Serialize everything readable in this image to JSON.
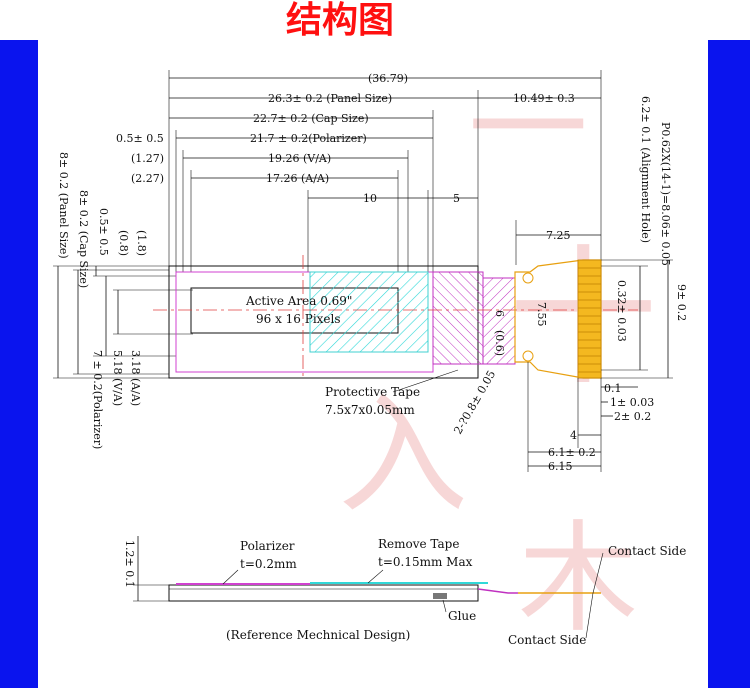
{
  "page": {
    "title": "结构图"
  },
  "colors": {
    "frame": "#0a14ee",
    "title": "#ff1010",
    "panel_outline": "#d040d0",
    "cap_outline": "#40d0d0",
    "fpc": "#e8a010",
    "hatch_cyan": "#30d8d8",
    "hatch_magenta": "#c030c0",
    "center_line": "#e04040"
  },
  "top_view": {
    "active_area_label": "Active Area 0.69\"",
    "pixels_label": "96 x 16 Pixels",
    "protective_tape_label": "Protective Tape",
    "protective_tape_size": "7.5x7x0.05mm",
    "dims_horizontal": {
      "overall": "(36.79)",
      "panel_size": "26.3± 0.2 (Panel Size)",
      "fpc_length": "10.49± 0.3",
      "cap_size": "22.7± 0.2 (Cap Size)",
      "offset": "0.5± 0.5",
      "polarizer": "21.7 ± 0.2(Polarizer)",
      "va_label": "(1.27)",
      "va": "19.26 (V/A)",
      "aa_label": "(2.27)",
      "aa": "17.26 (A/A)",
      "ten": "10",
      "five": "5",
      "fpc_725": "7.25"
    },
    "dims_vertical_left": {
      "panel_size": "8± 0.2 (Panel Size)",
      "cap_size": "8± 0.2 (Cap Size)",
      "offset": "0.5± 0.5",
      "p08": "(0.8)",
      "p18": "(1.8)",
      "aa": "3.18 (A/A)",
      "va": "5.18 (V/A)",
      "polarizer": "7 ± 0.2(Polarizer)"
    },
    "dims_right": {
      "alignment_hole": "6.2± 0.1 (Alignment Hole)",
      "pitch": "P0.62X(14-1)=8.06± 0.05",
      "width": "9± 0.2",
      "pad": "0.32± 0.03",
      "six": "6",
      "d06": "(0.6)",
      "d755": "7.55",
      "hole": "2-?0.8± 0.05",
      "d01": "0.1",
      "d1": "1± 0.03",
      "d2": "2± 0.2",
      "d4": "4",
      "d61": "6.1± 0.2",
      "d615": "6.15"
    }
  },
  "side_view": {
    "thickness": "1.2± 0.1",
    "polarizer_label": "Polarizer",
    "polarizer_t": "t=0.2mm",
    "remove_tape_label": "Remove Tape",
    "remove_tape_t": "t=0.15mm Max",
    "glue_label": "Glue",
    "contact_side_top": "Contact Side",
    "contact_side_bottom": "Contact Side",
    "caption": "(Reference Mechnical Design)"
  }
}
